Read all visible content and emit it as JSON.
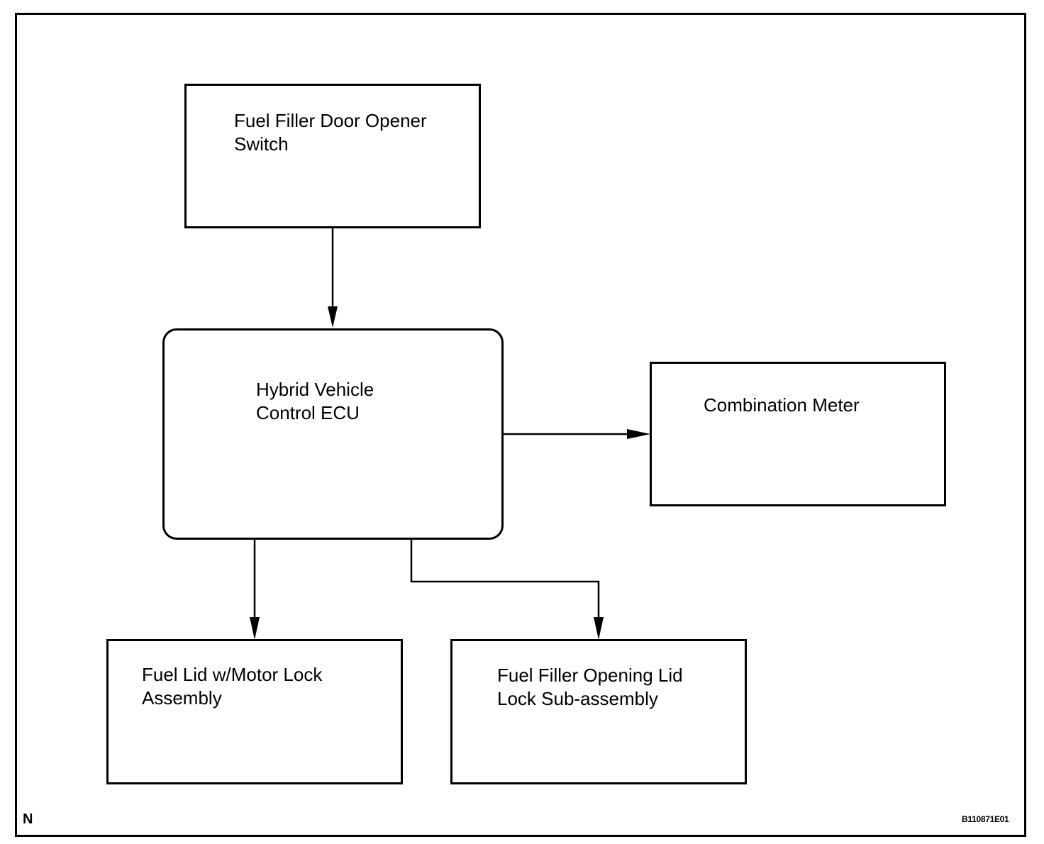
{
  "boxes": {
    "opener_switch": {
      "line1": "Fuel Filler Door Opener",
      "line2": "Switch"
    },
    "hv_ecu": {
      "line1": "Hybrid Vehicle",
      "line2": "Control ECU"
    },
    "combination_meter": {
      "line1": "Combination Meter"
    },
    "fuel_lid_motor_lock": {
      "line1": "Fuel Lid w/Motor Lock",
      "line2": "Assembly"
    },
    "opening_lid_lock": {
      "line1": "Fuel Filler Opening Lid",
      "line2": "Lock Sub-assembly"
    }
  },
  "connections": [
    {
      "from": "Fuel Filler Door Opener Switch",
      "to": "Hybrid Vehicle Control ECU"
    },
    {
      "from": "Hybrid Vehicle Control ECU",
      "to": "Combination Meter"
    },
    {
      "from": "Hybrid Vehicle Control ECU",
      "to": "Fuel Lid w/Motor Lock Assembly"
    },
    {
      "from": "Hybrid Vehicle Control ECU",
      "to": "Fuel Filler Opening Lid Lock Sub-assembly"
    }
  ],
  "footer": {
    "corner_letter": "N",
    "reference_code": "B110871E01"
  }
}
